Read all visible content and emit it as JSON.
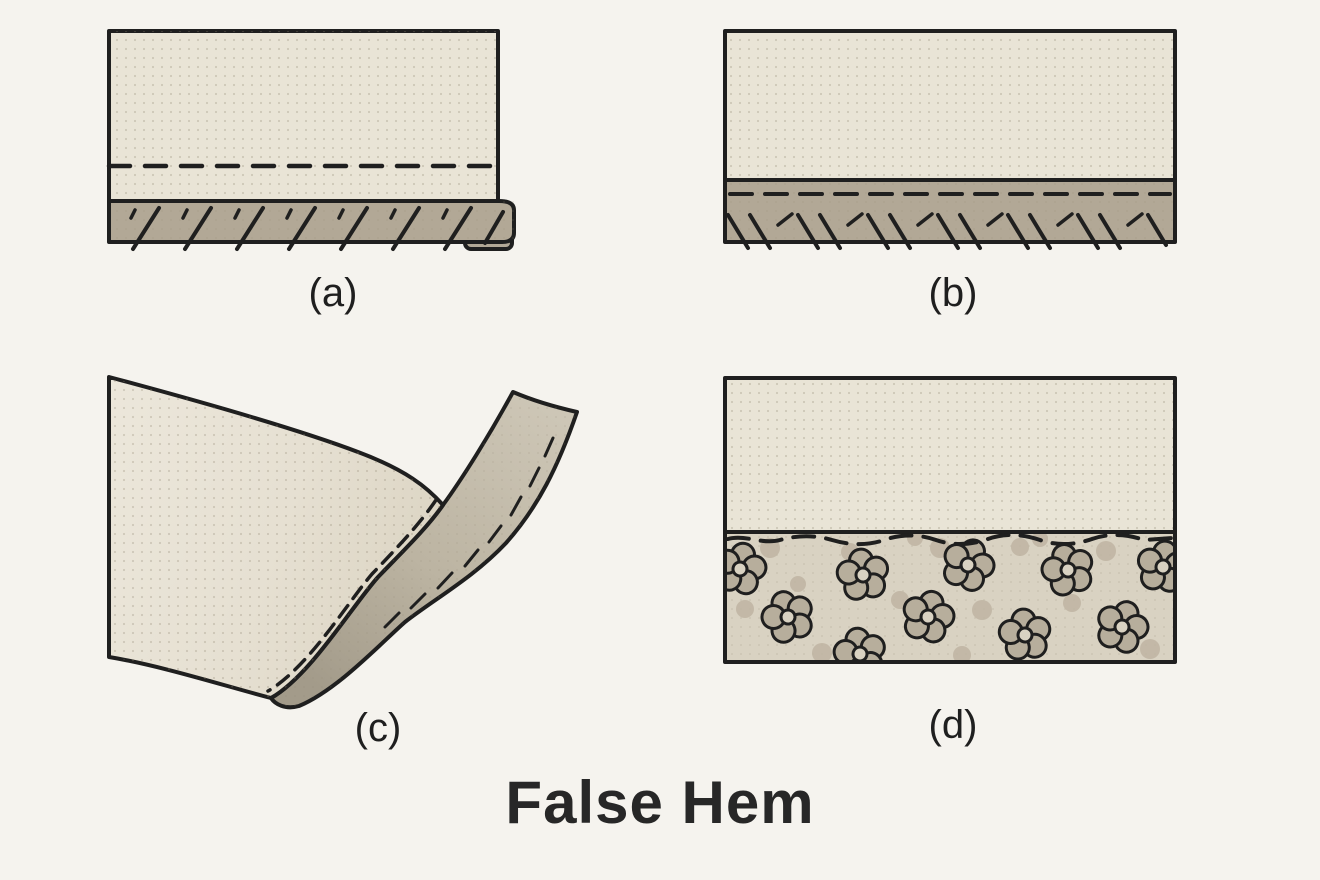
{
  "figure": {
    "title": "False Hem",
    "panels": [
      {
        "id": "a",
        "label": "(a)"
      },
      {
        "id": "b",
        "label": "(b)"
      },
      {
        "id": "c",
        "label": "(c)"
      },
      {
        "id": "d",
        "label": "(d)"
      }
    ]
  },
  "colors": {
    "background": "#f5f3ee",
    "ink": "#1f1f1f",
    "fabric_light": "#e9e4d6",
    "strip_dark": "#b2a896",
    "floral_strip": "#d9d2c2",
    "flower": "#b7ae9c",
    "pattern_dot": "#beb4a2",
    "title_text": "#272727"
  }
}
